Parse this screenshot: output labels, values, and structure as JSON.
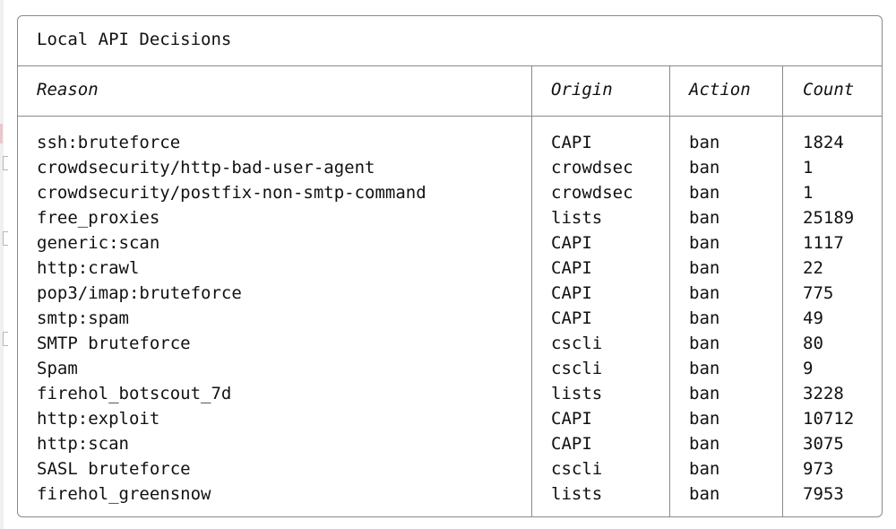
{
  "panel": {
    "title": "Local API Decisions"
  },
  "table": {
    "headers": {
      "reason": "Reason",
      "origin": "Origin",
      "action": "Action",
      "count": "Count"
    },
    "rows": [
      {
        "reason": "ssh:bruteforce",
        "origin": "CAPI",
        "action": "ban",
        "count": "1824"
      },
      {
        "reason": "crowdsecurity/http-bad-user-agent",
        "origin": "crowdsec",
        "action": "ban",
        "count": "1"
      },
      {
        "reason": "crowdsecurity/postfix-non-smtp-command",
        "origin": "crowdsec",
        "action": "ban",
        "count": "1"
      },
      {
        "reason": "free_proxies",
        "origin": "lists",
        "action": "ban",
        "count": "25189"
      },
      {
        "reason": "generic:scan",
        "origin": "CAPI",
        "action": "ban",
        "count": "1117"
      },
      {
        "reason": "http:crawl",
        "origin": "CAPI",
        "action": "ban",
        "count": "22"
      },
      {
        "reason": "pop3/imap:bruteforce",
        "origin": "CAPI",
        "action": "ban",
        "count": "775"
      },
      {
        "reason": "smtp:spam",
        "origin": "CAPI",
        "action": "ban",
        "count": "49"
      },
      {
        "reason": "SMTP bruteforce",
        "origin": "cscli",
        "action": "ban",
        "count": "80"
      },
      {
        "reason": "Spam",
        "origin": "cscli",
        "action": "ban",
        "count": "9"
      },
      {
        "reason": "firehol_botscout_7d",
        "origin": "lists",
        "action": "ban",
        "count": "3228"
      },
      {
        "reason": "http:exploit",
        "origin": "CAPI",
        "action": "ban",
        "count": "10712"
      },
      {
        "reason": "http:scan",
        "origin": "CAPI",
        "action": "ban",
        "count": "3075"
      },
      {
        "reason": "SASL bruteforce",
        "origin": "cscli",
        "action": "ban",
        "count": "973"
      },
      {
        "reason": "firehol_greensnow",
        "origin": "lists",
        "action": "ban",
        "count": "7953"
      }
    ]
  }
}
